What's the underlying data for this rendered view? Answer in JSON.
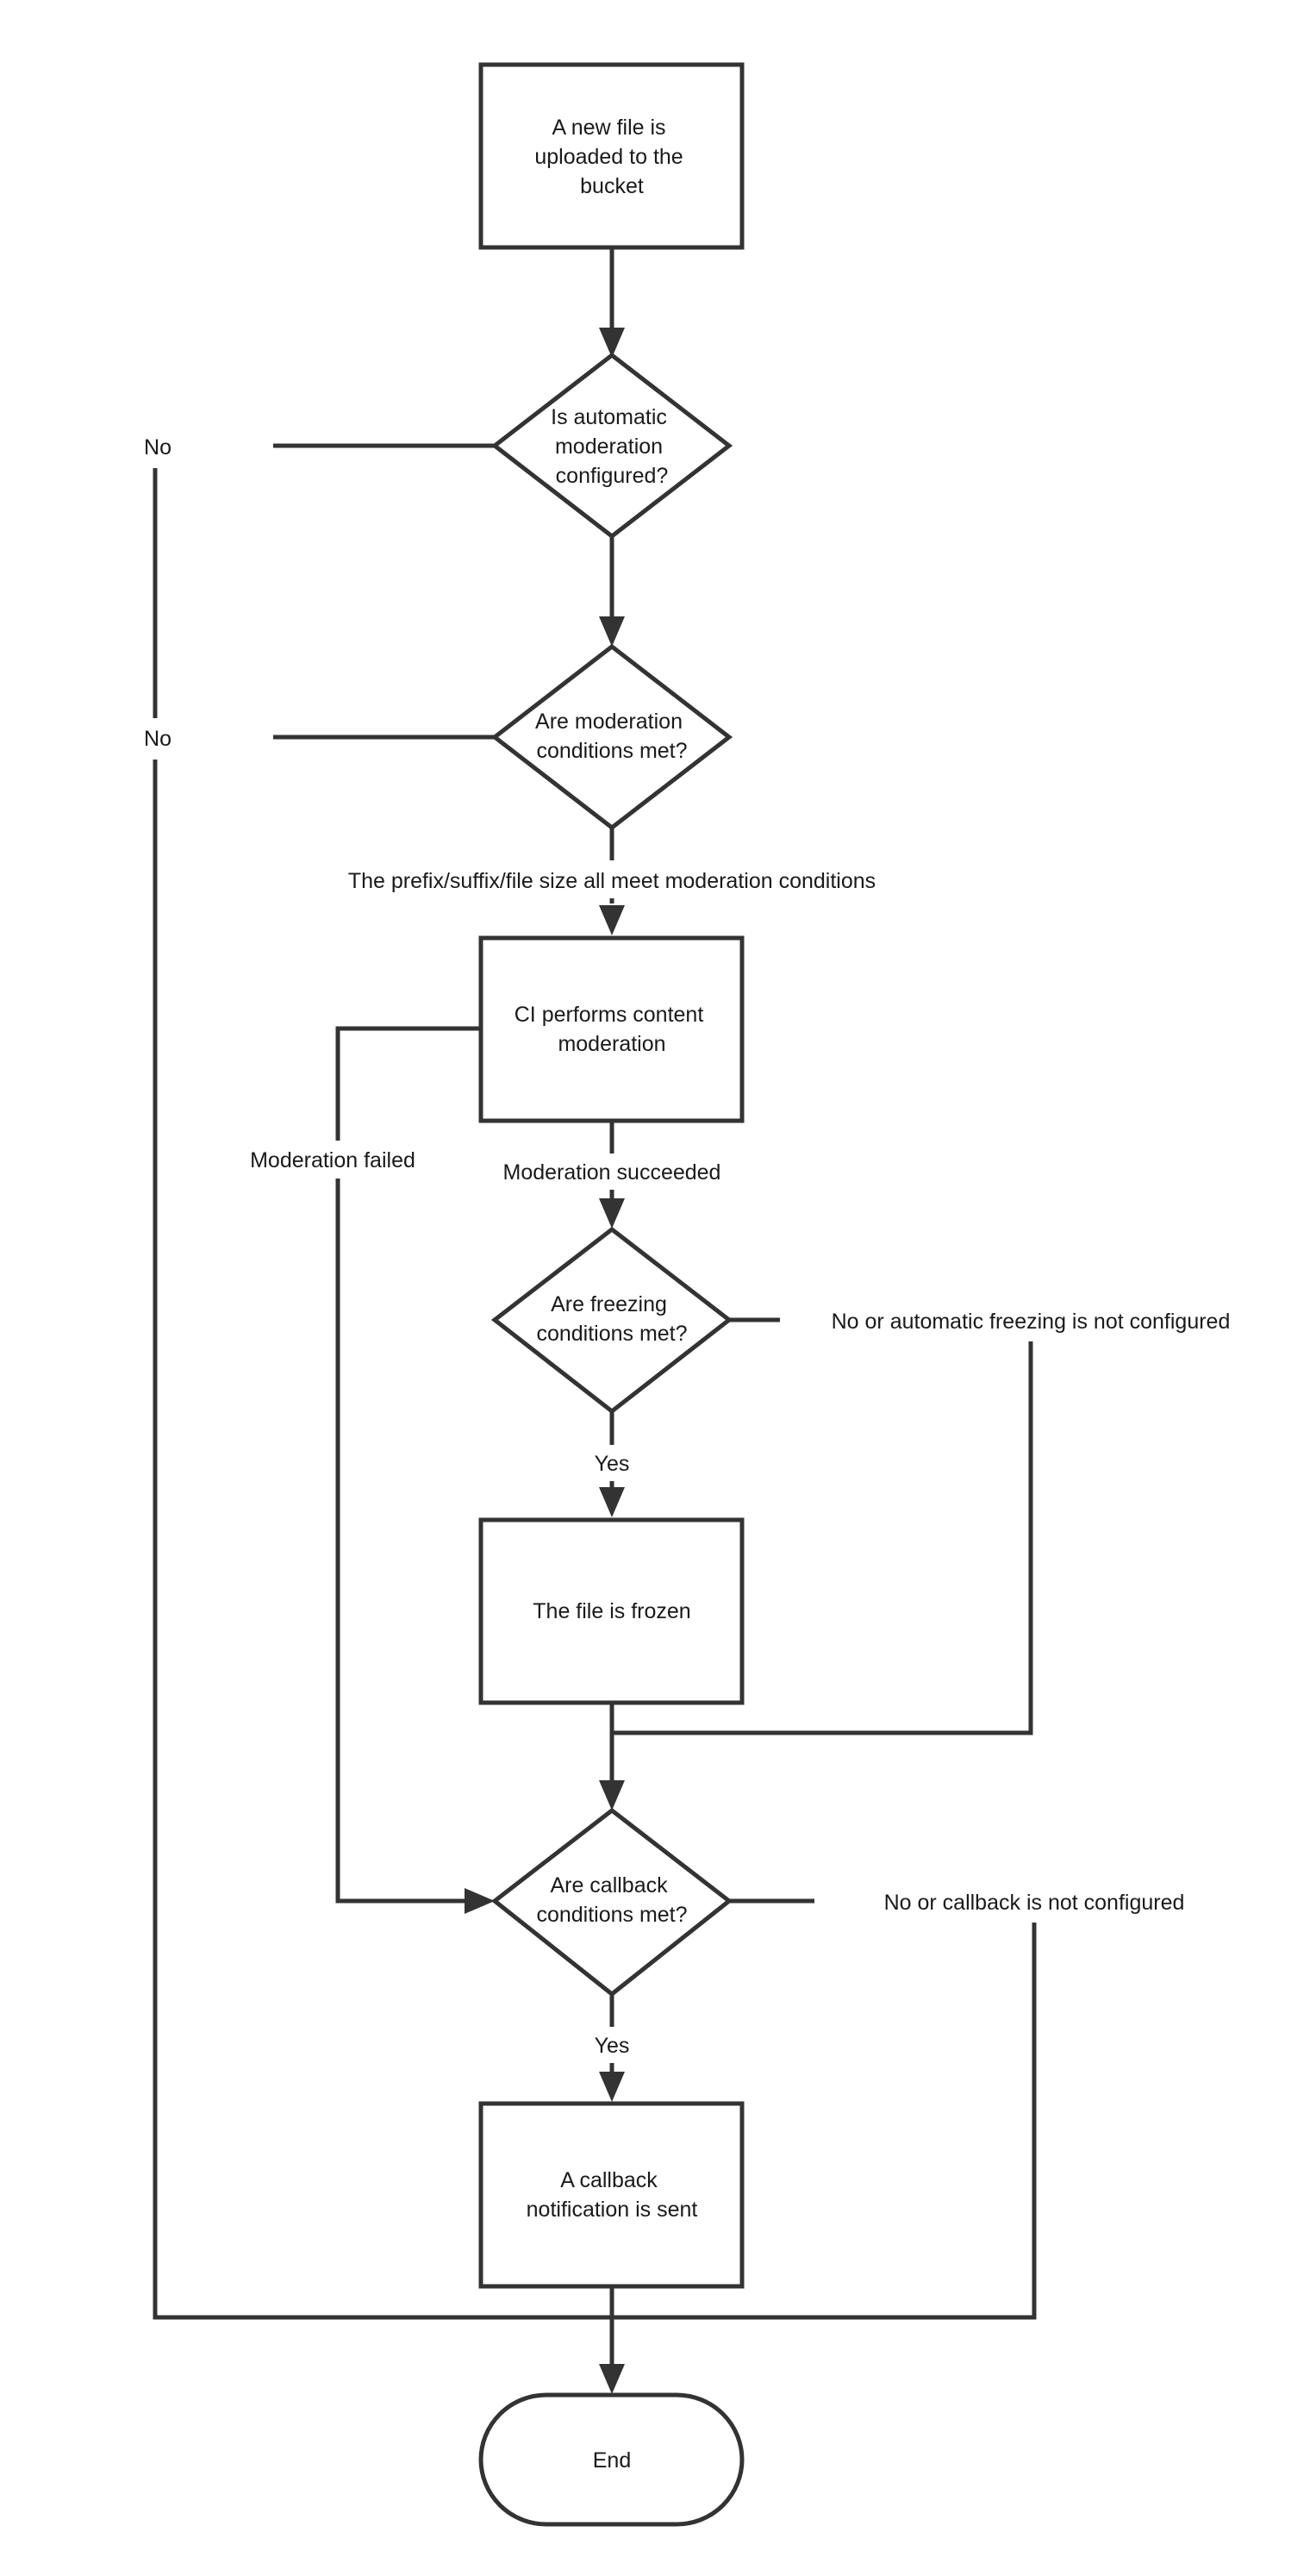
{
  "nodes": {
    "upload": {
      "type": "process",
      "lines": [
        "A new file is",
        "uploaded to the",
        "bucket"
      ]
    },
    "auto_moderation": {
      "type": "decision",
      "lines": [
        "Is automatic",
        "moderation",
        "configured?"
      ]
    },
    "conditions_met": {
      "type": "decision",
      "lines": [
        "Are moderation",
        "conditions met?"
      ]
    },
    "ci_moderation": {
      "type": "process",
      "lines": [
        "CI performs content",
        "moderation"
      ]
    },
    "freezing_conditions": {
      "type": "decision",
      "lines": [
        "Are freezing",
        "conditions met?"
      ]
    },
    "file_frozen": {
      "type": "process",
      "lines": [
        "The file is frozen"
      ]
    },
    "callback_conditions": {
      "type": "decision",
      "lines": [
        "Are callback",
        "conditions met?"
      ]
    },
    "callback_sent": {
      "type": "process",
      "lines": [
        "A callback",
        "notification is sent"
      ]
    },
    "end": {
      "type": "terminator",
      "lines": [
        "End"
      ]
    }
  },
  "edge_labels": {
    "no_auto_moderation": "No",
    "no_conditions": "No",
    "conditions_yes": "The prefix/suffix/file size all meet moderation conditions",
    "moderation_failed": "Moderation failed",
    "moderation_succeeded": "Moderation succeeded",
    "freezing_no": "No or automatic freezing is not configured",
    "freezing_yes": "Yes",
    "callback_no": "No or callback is not configured",
    "callback_yes": "Yes"
  },
  "colors": {
    "stroke": "#333333",
    "background": "#ffffff",
    "text": "#1a1a1a"
  }
}
